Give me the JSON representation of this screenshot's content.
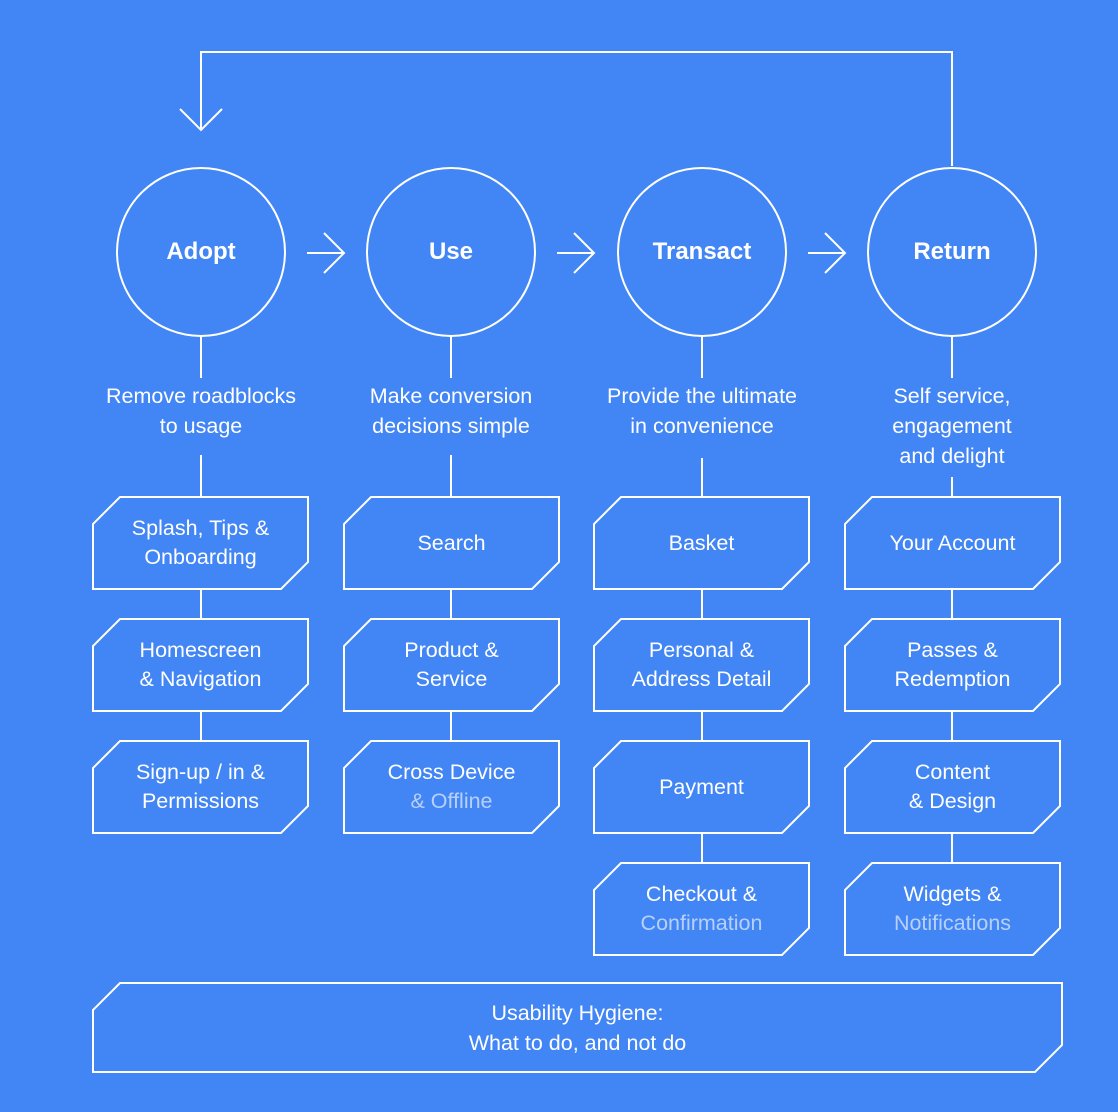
{
  "colors": {
    "background": "#4285F4",
    "line": "#FFFFFF",
    "muted_text": "rgba(255,255,255,0.62)"
  },
  "stages": [
    {
      "label": "Adopt",
      "description": [
        "Remove roadblocks",
        "to usage"
      ],
      "boxes": [
        {
          "lines": [
            "Splash, Tips &",
            "Onboarding"
          ]
        },
        {
          "lines": [
            "Homescreen",
            "& Navigation"
          ]
        },
        {
          "lines": [
            "Sign-up / in &",
            "Permissions"
          ]
        }
      ]
    },
    {
      "label": "Use",
      "description": [
        "Make conversion",
        "decisions simple"
      ],
      "boxes": [
        {
          "lines": [
            "Search"
          ]
        },
        {
          "lines": [
            "Product &",
            "Service"
          ]
        },
        {
          "lines": [
            "Cross Device",
            "& Offline"
          ],
          "muted_line": 1
        }
      ]
    },
    {
      "label": "Transact",
      "description": [
        "Provide the ultimate",
        "in convenience"
      ],
      "boxes": [
        {
          "lines": [
            "Basket"
          ]
        },
        {
          "lines": [
            "Personal &",
            "Address Detail"
          ]
        },
        {
          "lines": [
            "Payment"
          ]
        },
        {
          "lines": [
            "Checkout &",
            "Confirmation"
          ],
          "muted_line": 1
        }
      ]
    },
    {
      "label": "Return",
      "description": [
        "Self service,",
        "engagement",
        "and delight"
      ],
      "boxes": [
        {
          "lines": [
            "Your Account"
          ]
        },
        {
          "lines": [
            "Passes &",
            "Redemption"
          ]
        },
        {
          "lines": [
            "Content",
            "& Design"
          ]
        },
        {
          "lines": [
            "Widgets &",
            "Notifications"
          ],
          "muted_line": 1
        }
      ]
    }
  ],
  "footer": {
    "lines": [
      "Usability Hygiene:",
      "What to do, and not do"
    ]
  }
}
